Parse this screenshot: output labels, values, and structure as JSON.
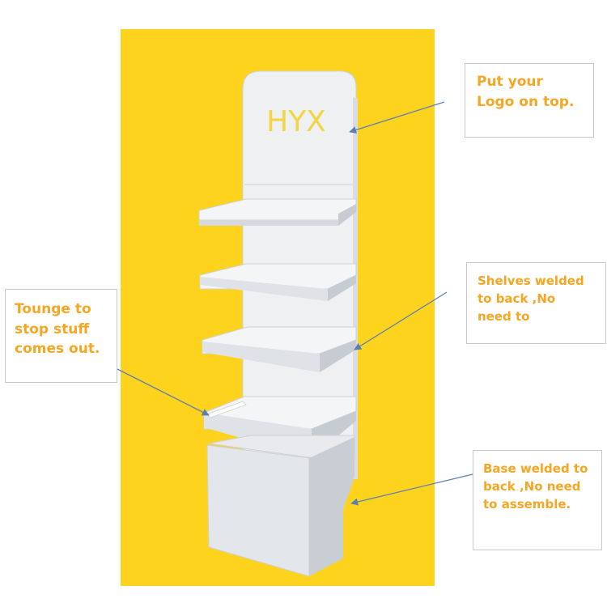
{
  "colors": {
    "background_panel": "#fed31d",
    "stand_white": "#eef0f2",
    "stand_shadow": "#cdd2d8",
    "logo_text": "#f3d53f",
    "callout_text": "#f5a623",
    "arrow": "#5b7fb5"
  },
  "stand": {
    "logo": "HYX"
  },
  "callouts": {
    "logo": "Put your\nLogo on top.",
    "shelves": "Shelves welded\nto back ,No\nneed to",
    "tongue": "Tounge to\nstop stuff\ncomes out.",
    "base": "Base welded to\nback ,No need\nto assemble."
  }
}
